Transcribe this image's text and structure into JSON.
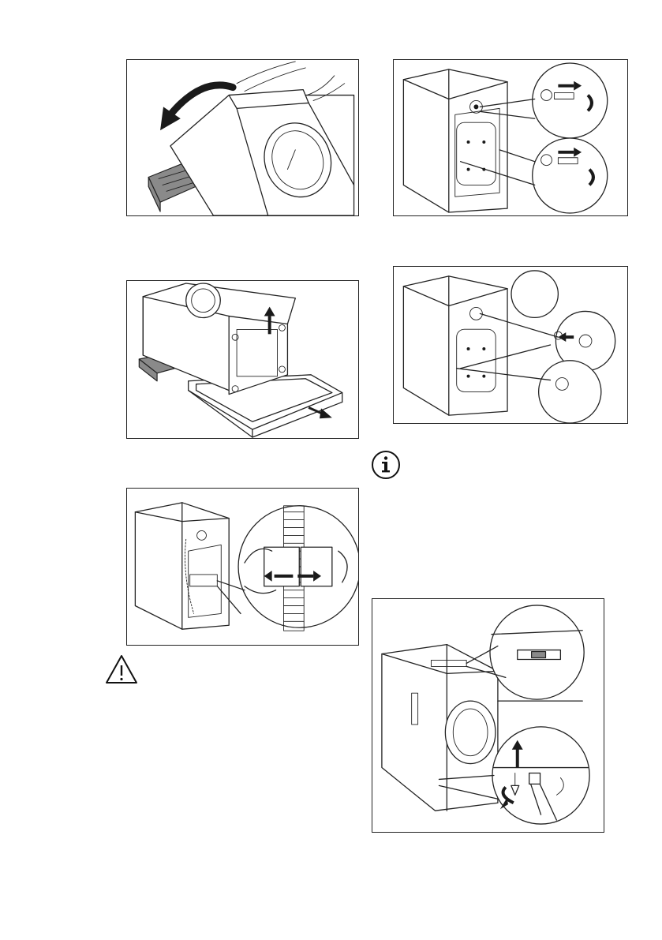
{
  "page": {
    "figures": [
      {
        "name": "tilt-machine-figure",
        "description_icon": "curved-arrow-icon"
      },
      {
        "name": "remove-transport-base-figure",
        "description_icon": "up-arrow-icon"
      },
      {
        "name": "hose-clip-removal-figure",
        "description_icon": "pliers-icon"
      },
      {
        "name": "remove-transit-bolts-figure",
        "description_icon": "wrench-icon"
      },
      {
        "name": "insert-plastic-caps-figure",
        "description_icon": "cap-icon"
      },
      {
        "name": "level-machine-figure",
        "description_icon": "spirit-level-icon"
      }
    ],
    "icons": {
      "warning": "warning-triangle-icon",
      "info": "info-circle-icon"
    },
    "colors": {
      "line": "#222222",
      "shade": "#8a8a8a",
      "background": "#ffffff"
    }
  }
}
